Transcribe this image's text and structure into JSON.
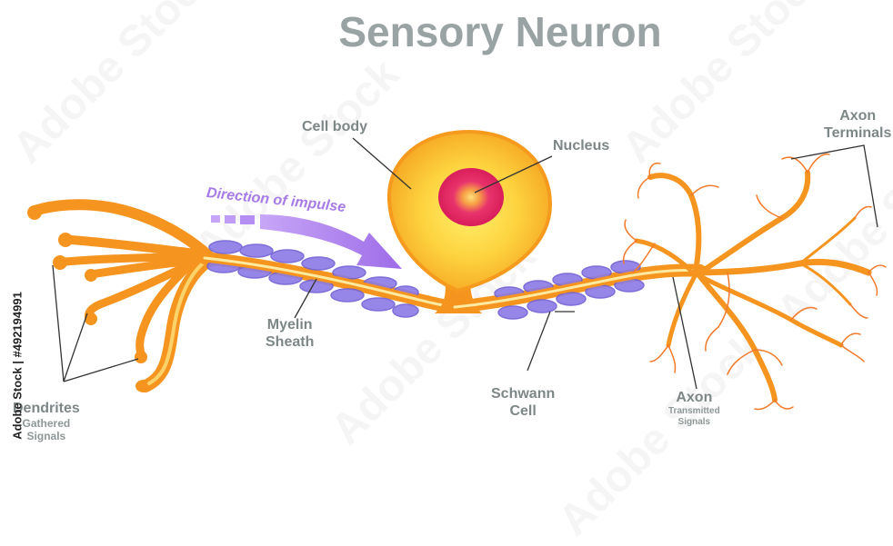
{
  "title": "Sensory Neuron",
  "labels": {
    "cell_body": "Cell body",
    "nucleus": "Nucleus",
    "axon_terminals_1": "Axon",
    "axon_terminals_2": "Terminals",
    "direction": "Direction of impulse",
    "myelin_1": "Myelin",
    "myelin_2": "Sheath",
    "schwann_1": "Schwann",
    "schwann_2": "Cell",
    "axon": "Axon",
    "axon_sub_1": "Transmitted",
    "axon_sub_2": "Signals",
    "dendrites": "Dendrites",
    "dendrites_sub_1": "Gathered",
    "dendrites_sub_2": "Signals"
  },
  "watermark": "Adobe Stock",
  "stock_id": "Adobe Stock | #492194991",
  "colors": {
    "axon_orange": "#f5951f",
    "axon_core": "#fde9a0",
    "cell_body_outer": "#f5a623",
    "cell_body_inner": "#fde26b",
    "nucleus_outer": "#e2235a",
    "nucleus_inner": "#f7b84a",
    "myelin": "#8a7ae6",
    "arrow": "#b58cf0",
    "label": "#7d8787",
    "leader_line": "#333333"
  }
}
